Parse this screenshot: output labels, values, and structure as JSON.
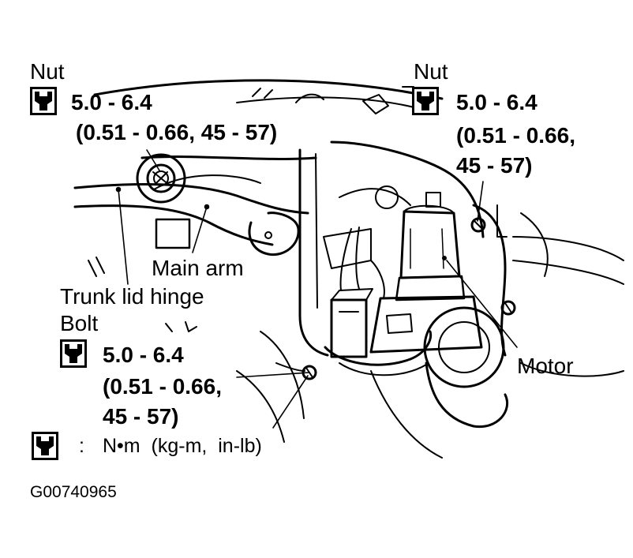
{
  "callouts": {
    "nut_left": {
      "title": "Nut",
      "torque": "5.0 - 6.4",
      "torque_alt_line1": "(0.51 - 0.66, 45 - 57)"
    },
    "nut_right": {
      "title": "Nut",
      "torque": "5.0 - 6.4",
      "torque_alt_line1": "(0.51 - 0.66,",
      "torque_alt_line2": "45 - 57)"
    },
    "bolt": {
      "title": "Bolt",
      "torque": "5.0 - 6.4",
      "torque_alt_line1": "(0.51 - 0.66,",
      "torque_alt_line2": "45 - 57)"
    }
  },
  "labels": {
    "main_arm": "Main arm",
    "trunk_lid_hinge": "Trunk lid hinge",
    "motor": "Motor"
  },
  "legend": {
    "separator": ":",
    "units": "N•m  (kg-m,  in-lb)"
  },
  "figure_code": "G00740965",
  "icons": {
    "torque_wrench": "torque-wrench-icon"
  },
  "colors": {
    "ink": "#000000",
    "paper": "#ffffff"
  }
}
